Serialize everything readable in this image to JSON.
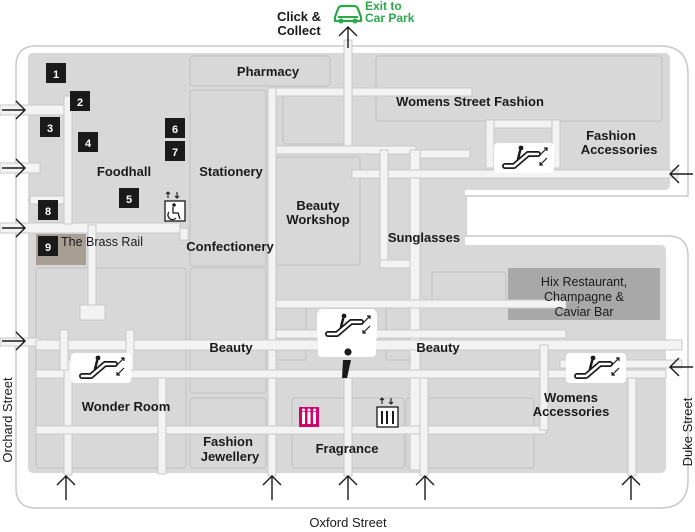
{
  "numbers": [
    "1",
    "2",
    "3",
    "4",
    "5",
    "6",
    "7",
    "8",
    "9"
  ],
  "areas": {
    "pharmacy": "Pharmacy",
    "womens_street_fashion": "Womens Street Fashion",
    "fashion_accessories_1": "Fashion",
    "fashion_accessories_2": "Accessories",
    "foodhall": "Foodhall",
    "stationery": "Stationery",
    "beauty_workshop_1": "Beauty",
    "beauty_workshop_2": "Workshop",
    "sunglasses": "Sunglasses",
    "brass_rail": "The Brass Rail",
    "confectionery": "Confectionery",
    "hix_1": "Hix Restaurant,",
    "hix_2": "Champagne &",
    "hix_3": "Caviar Bar",
    "beauty_left": "Beauty",
    "beauty_right": "Beauty",
    "wonder_room": "Wonder Room",
    "womens_accessories_1": "Womens",
    "womens_accessories_2": "Accessories",
    "fashion_jewellery_1": "Fashion",
    "fashion_jewellery_2": "Jewellery",
    "fragrance": "Fragrance"
  },
  "exits": {
    "click_collect_1": "Click &",
    "click_collect_2": "Collect",
    "car_park_1": "Exit to",
    "car_park_2": "Car Park"
  },
  "streets": {
    "oxford": "Oxford Street",
    "orchard": "Orchard Street",
    "duke": "Duke Street"
  },
  "icons": [
    "escalator-icon",
    "information-icon",
    "toilets-icon",
    "lift-icon",
    "accessible-lift-icon",
    "car-icon",
    "entrance-arrow-icon"
  ],
  "colors": {
    "floor": "#d8d8d8",
    "walkway": "#f3f3f3",
    "outline": "#c8c8c8",
    "restaurant": "#a8a8a8",
    "brass_rail": "#a89e94",
    "car_park": "#2aa84a",
    "toilets": "#d6006e",
    "number_box": "#1a1a1a"
  }
}
